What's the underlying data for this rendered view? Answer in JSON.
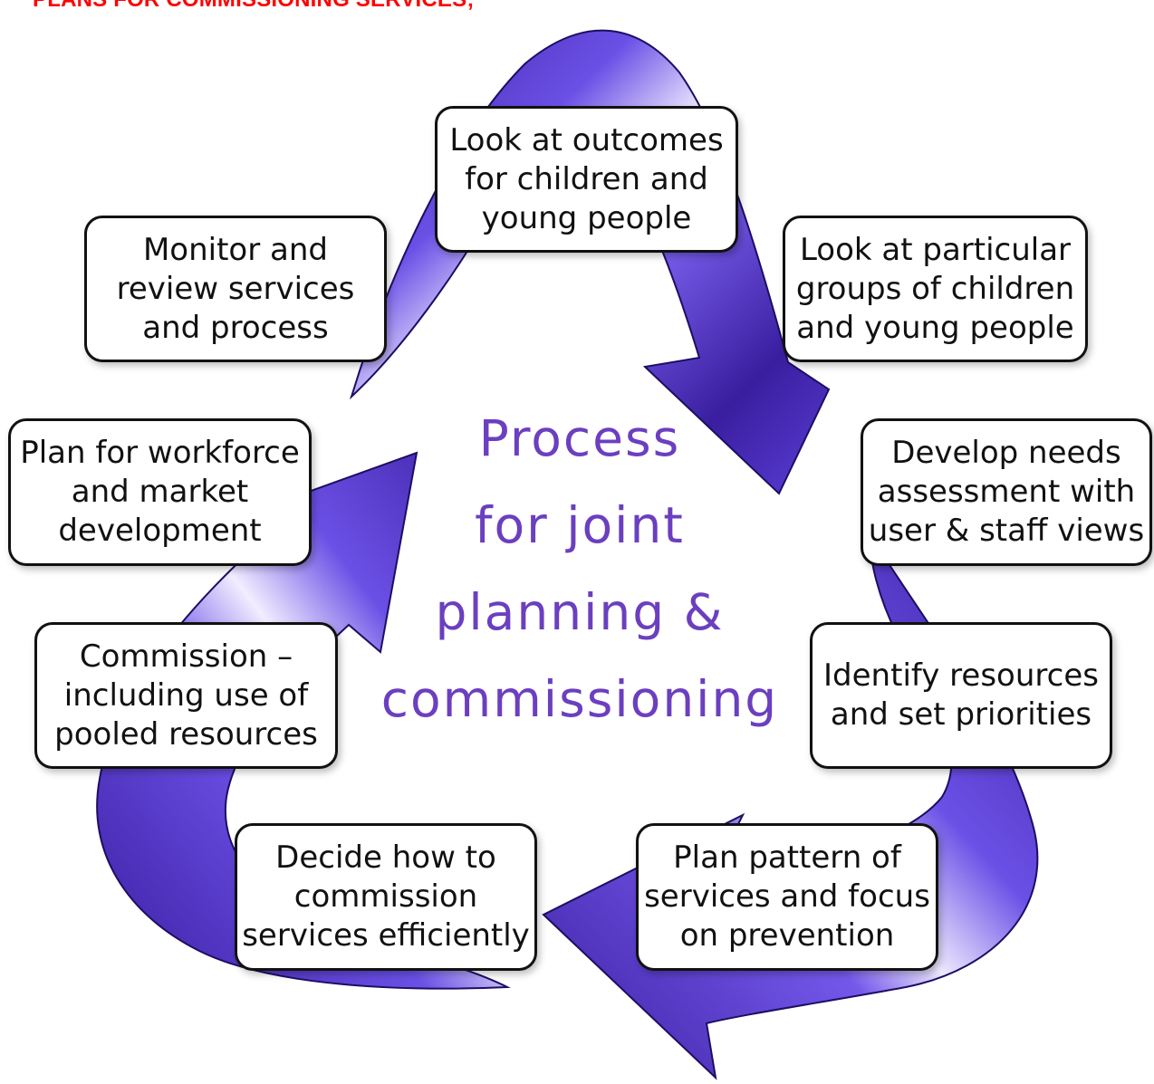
{
  "header": {
    "text": "PLANS FOR COMMISSIONING SERVICES;"
  },
  "center_title": {
    "lines": [
      "Process",
      "for joint",
      "planning &",
      "commissioning"
    ]
  },
  "steps": [
    {
      "lines": [
        "Look at outcomes",
        "for children and",
        "young people"
      ]
    },
    {
      "lines": [
        "Look at particular",
        "groups of children",
        "and young people"
      ]
    },
    {
      "lines": [
        "Develop needs",
        "assessment with",
        "user & staff views"
      ]
    },
    {
      "lines": [
        "Identify resources",
        "and set priorities"
      ]
    },
    {
      "lines": [
        "Plan pattern of",
        "services and focus",
        "on prevention"
      ]
    },
    {
      "lines": [
        "Decide how to",
        "commission",
        "services efficiently"
      ]
    },
    {
      "lines": [
        "Commission –",
        "including use of",
        "pooled resources"
      ]
    },
    {
      "lines": [
        "Plan for workforce",
        "and market",
        "development"
      ]
    },
    {
      "lines": [
        "Monitor and",
        "review services",
        "and process"
      ]
    }
  ],
  "colors": {
    "arrow_dark": "#3b1fa6",
    "arrow_mid": "#6a4ee0",
    "arrow_light": "#e8e0ff",
    "title_purple": "#6b3fbf",
    "header_red": "#ff0000"
  }
}
